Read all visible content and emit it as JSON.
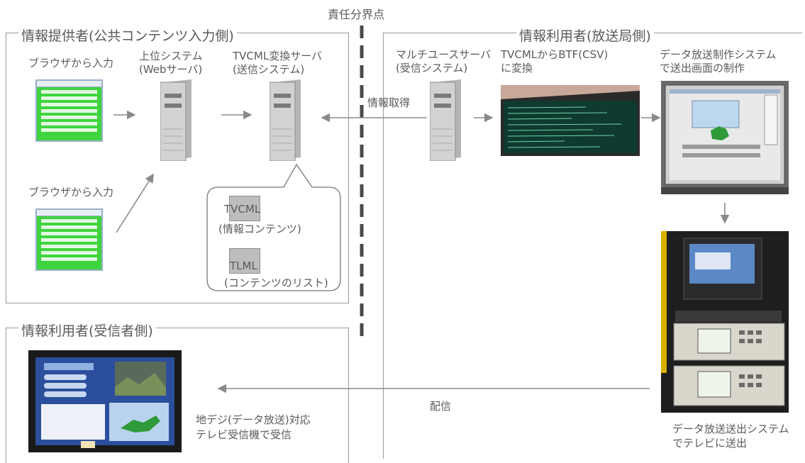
{
  "boundary": {
    "label": "責任分界点"
  },
  "provider": {
    "heading": "情報提供者(公共コンテンツ入力側)",
    "browser_input_1": "ブラウザから入力",
    "browser_input_2": "ブラウザから入力",
    "upper_system": [
      "上位システム",
      "(Webサーバ)"
    ],
    "tvcml_server": [
      "TVCML変換サーバ",
      "(送信システム)"
    ],
    "bubble": {
      "doc1": [
        "TVCML",
        "(情報コンテンツ)"
      ],
      "doc2": [
        "TLML",
        "(コンテンツのリスト)"
      ]
    }
  },
  "broadcaster": {
    "heading": "情報利用者(放送局側)",
    "multi_server": [
      "マルチユースサーバ",
      "(受信システム)"
    ],
    "convert": [
      "TVCMLからBTF(CSV)",
      "に変換"
    ],
    "production": [
      "データ放送制作システム",
      "で送出画面の制作"
    ],
    "acquire": "情報取得",
    "transmit": [
      "データ放送送出システム",
      "でテレビに送出"
    ],
    "distribute": "配信"
  },
  "receiver": {
    "heading": "情報利用者(受信者側)",
    "caption": [
      "地デジ(データ放送)対応",
      "テレビ受信機で受信"
    ]
  },
  "colors": {
    "frame": "#9a9a9a",
    "arrow": "#8a8a8a",
    "browser_green": "#3ed43e",
    "server_gray": "#c8c8c8"
  }
}
